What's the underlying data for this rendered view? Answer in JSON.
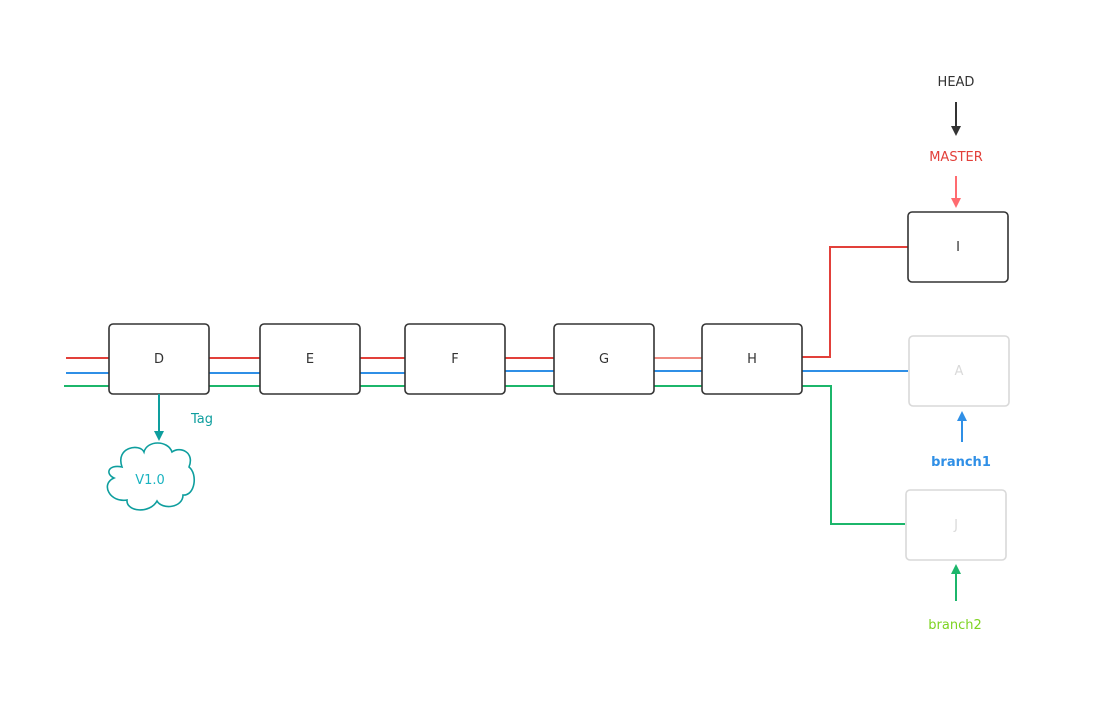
{
  "diagram": {
    "commits": {
      "d": "D",
      "e": "E",
      "f": "F",
      "g": "G",
      "h": "H",
      "i": "I",
      "a": "A",
      "j": "J"
    },
    "labels": {
      "head": "HEAD",
      "master": "MASTER",
      "branch1": "branch1",
      "branch2": "branch2",
      "tag": "Tag",
      "tag_name": "V1.0"
    },
    "colors": {
      "master_line": "#e2403a",
      "master_arrow": "#ff6b70",
      "branch1": "#2f8fe6",
      "branch2": "#1cb66b",
      "branch2_label": "#7ed321",
      "tag": "#0e9e9e",
      "tag_text": "#1ab3c0",
      "head": "#333333",
      "node_border": "#333333",
      "faded_border": "#d9d9d9",
      "faded_text": "#d9d9d9"
    }
  }
}
